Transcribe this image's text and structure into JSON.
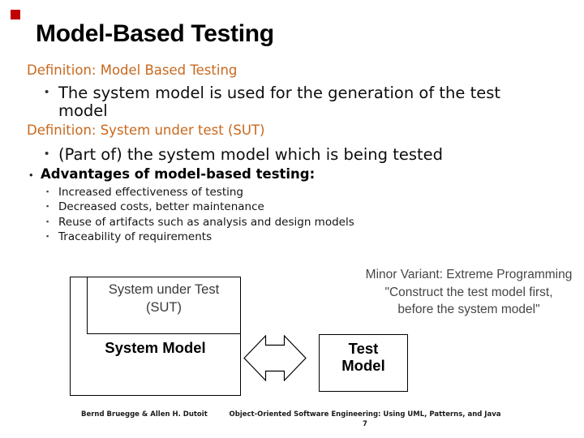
{
  "slide": {
    "title": "Model-Based Testing"
  },
  "colors": {
    "accent_orange": "#C8681E",
    "red_square": "#C00000"
  },
  "glyphs": {
    "bullet": "•",
    "sub_bullet": "▪"
  },
  "definitions": [
    {
      "label": "Definition: Model Based Testing",
      "bullet": "The system model is used for the generation of the test model"
    },
    {
      "label": "Definition: System under test (SUT)",
      "bullet": "(Part of) the system model which is being tested"
    }
  ],
  "advantages": {
    "heading": "Advantages of model-based testing:",
    "items": [
      "Increased effectiveness of testing",
      "Decreased costs, better maintenance",
      "Reuse of artifacts such as analysis and design models",
      "Traceability of requirements"
    ]
  },
  "diagram": {
    "system_under_test_box": {
      "line1": "System under Test",
      "line2": "(SUT)"
    },
    "system_model_label": "System Model",
    "test_model_box": {
      "line1": "Test",
      "line2": "Model"
    }
  },
  "note_lines": [
    "Minor Variant: Extreme Programming",
    "\"Construct the test model first,",
    "before the system model\""
  ],
  "footer": {
    "authors": "Bernd Bruegge & Allen H. Dutoit",
    "book": "Object-Oriented Software Engineering: Using UML, Patterns, and Java",
    "page": "7"
  }
}
